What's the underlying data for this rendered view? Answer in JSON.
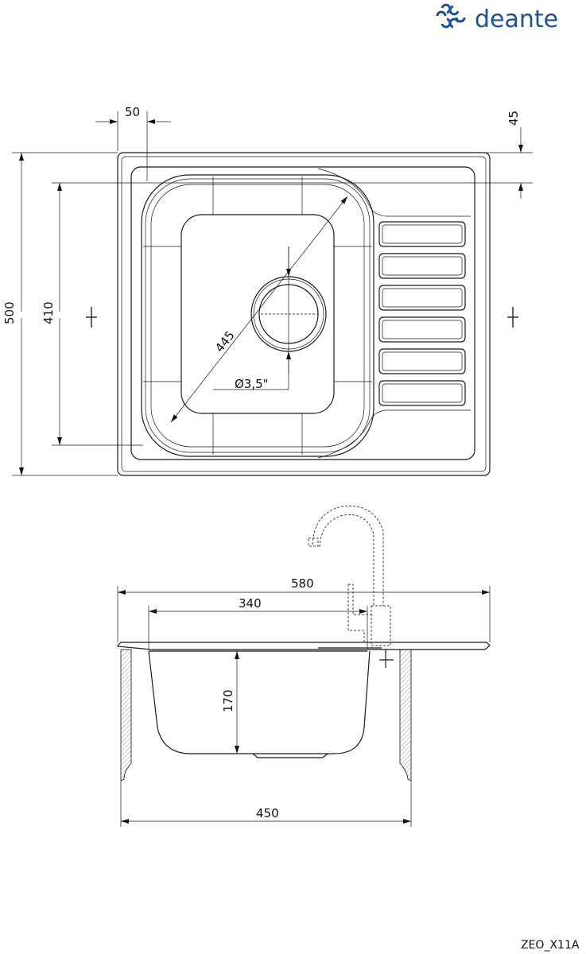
{
  "brand": {
    "name": "deante",
    "color": "#1e4f9a"
  },
  "model_code": "ZEO_X11A",
  "top_view": {
    "dimensions": {
      "rim_offset": "50",
      "drainer_offset": "45",
      "total_depth": "500",
      "bowl_depth": "410",
      "bowl_diagonal": "445",
      "drain_diameter": "Ø3,5\""
    }
  },
  "side_view": {
    "dimensions": {
      "total_width": "580",
      "bowl_width": "340",
      "bowl_height": "170",
      "cabinet_width": "450"
    }
  }
}
